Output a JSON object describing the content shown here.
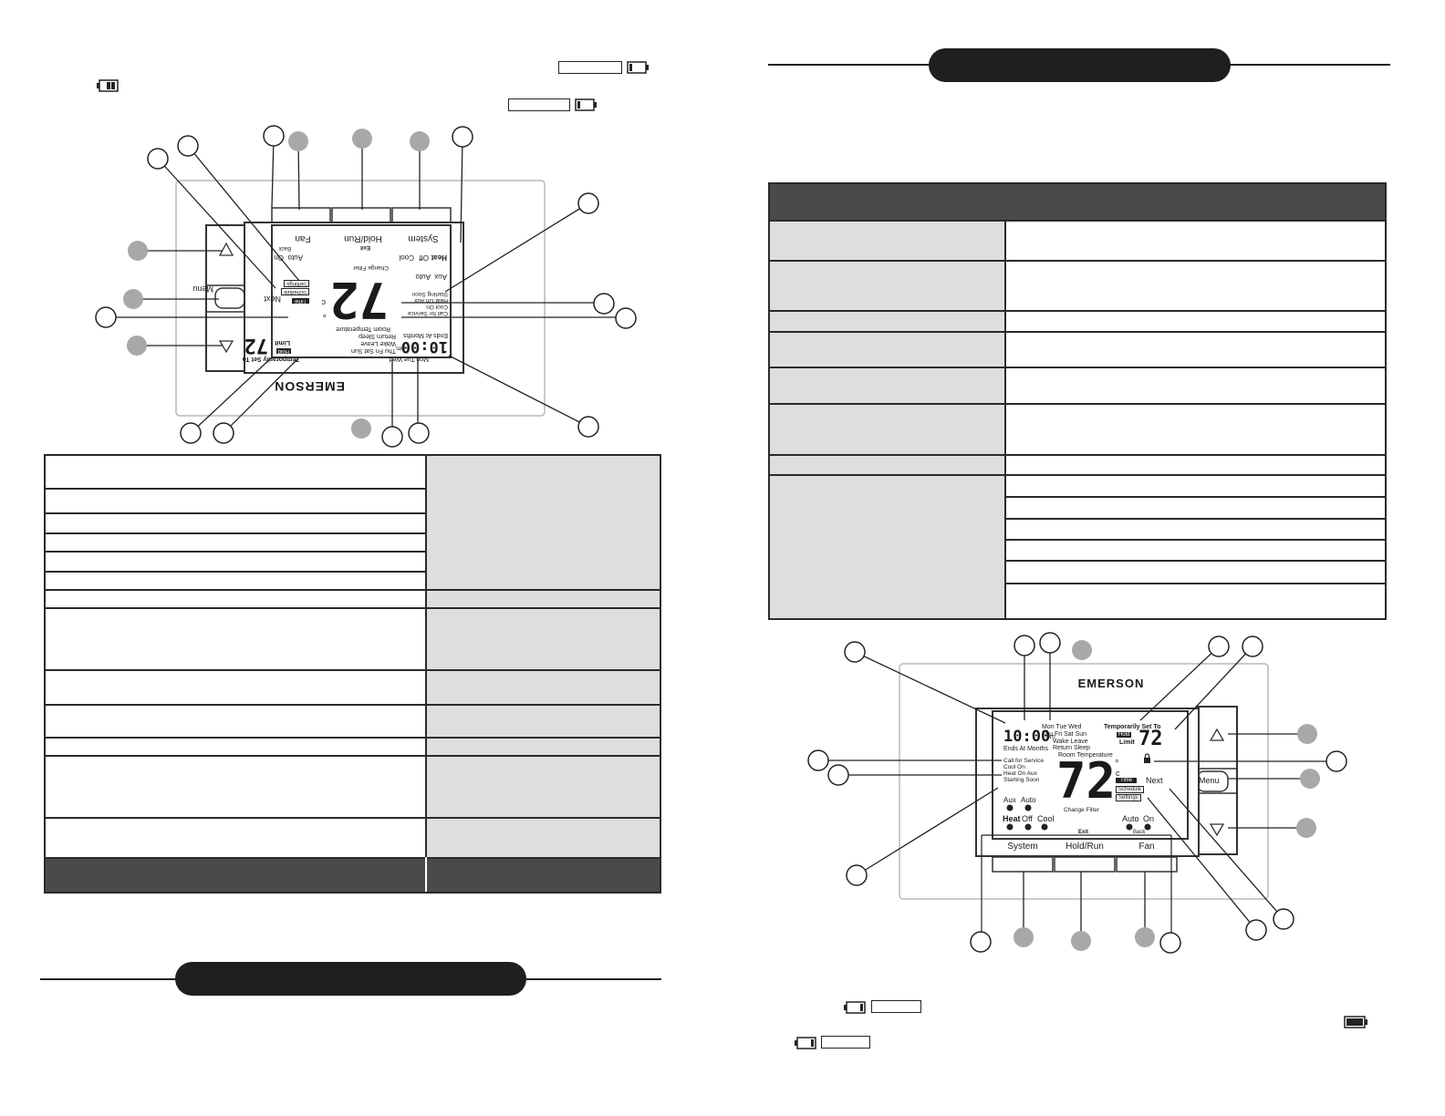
{
  "left_device": {
    "brand": "EMERSON",
    "buttons": [
      "Fan",
      "Hold/Run",
      "System"
    ],
    "menu_button": "Menu",
    "display": {
      "time": "10:00",
      "pm": "pm",
      "days_row1": "Mon Tue Wed",
      "days_row2": "Thu Fri Sat Sun",
      "ends_at": "Ends At Months",
      "wake_leave": "Wake Leave",
      "return_sleep": "Return Sleep",
      "room_temperature": "Room Temperature",
      "temporarily_set_to": "Temporarily Set To",
      "hold": "Hold",
      "limit": "Limit",
      "set_temp": "72",
      "room_temp": "72",
      "deg": "°",
      "c": "c",
      "call_for_service": "Call for Service",
      "cool_on": "Cool On",
      "heat_on_aux": "Heat On Aux",
      "starting_soon": "Starting Soon",
      "change_filter": "Change Filter",
      "aux": "Aux",
      "auto": "Auto",
      "heat": "Heat",
      "off": "Off",
      "cool": "Cool",
      "auto2": "Auto",
      "on": "On",
      "back": "Back",
      "exit": "Exit",
      "next": "Next",
      "menu_items": [
        "Time",
        "Schedule",
        "Settings"
      ]
    }
  },
  "right_device": {
    "brand": "EMERSON",
    "buttons": [
      "System",
      "Hold/Run",
      "Fan"
    ],
    "menu_button": "Menu",
    "display": {
      "time": "10:00",
      "pm": "pm",
      "days_row1": "Mon Tue Wed",
      "days_row2": "Thu Fri Sat Sun",
      "ends_at": "Ends At Months",
      "wake_leave": "Wake Leave",
      "return_sleep": "Return Sleep",
      "room_temperature": "Room Temperature",
      "temporarily_set_to": "Temporarily Set To",
      "hold": "Hold",
      "limit": "Limit",
      "set_temp": "72",
      "room_temp": "72",
      "deg": "°",
      "c": "c",
      "call_for_service": "Call for Service",
      "cool_on": "Cool On",
      "heat_on_aux": "Heat On Aux",
      "starting_soon": "Starting Soon",
      "change_filter": "Change Filter",
      "aux": "Aux",
      "auto": "Auto",
      "heat": "Heat",
      "off": "Off",
      "cool": "Cool",
      "auto2": "Auto",
      "on": "On",
      "back": "Back",
      "exit": "Exit",
      "next": "Next",
      "menu_items": [
        "Time",
        "Schedule",
        "Settings"
      ]
    }
  },
  "colors": {
    "header_dark": "#4a4a4a",
    "cell_gray": "#dedede",
    "pill_black": "#1f1f1f",
    "callout_gray": "#a8a8a8"
  }
}
